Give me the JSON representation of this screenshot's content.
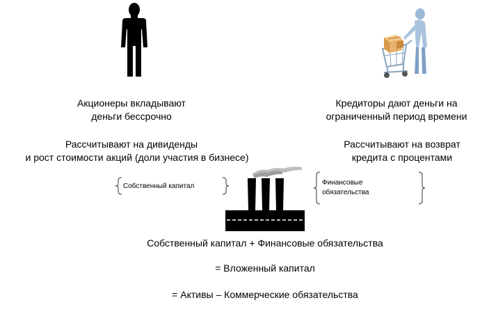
{
  "shareholders": {
    "line1": "Акционеры вкладывают",
    "line2": "деньги бессрочно",
    "expect1": "Рассчитывают на дивиденды",
    "expect2": "и рост стоимости акций (доли участия в бизнесе)"
  },
  "creditors": {
    "line1": "Кредиторы дают деньги на",
    "line2": "ограниченный период времени",
    "expect1": "Рассчитывают на возврат",
    "expect2": "кредита с процентами"
  },
  "labels": {
    "equity": "Собственный капитал",
    "liabilities1": "Финансовые",
    "liabilities2": "обязательства"
  },
  "equations": {
    "eq1": "Собственный капитал + Финансовые обязательства",
    "eq2": "= Вложенный капитал",
    "eq3": "= Активы – Коммерческие обязательства"
  },
  "icons": {
    "person": "person-icon",
    "shopper": "shopper-cart-icon",
    "factory": "factory-icon"
  }
}
